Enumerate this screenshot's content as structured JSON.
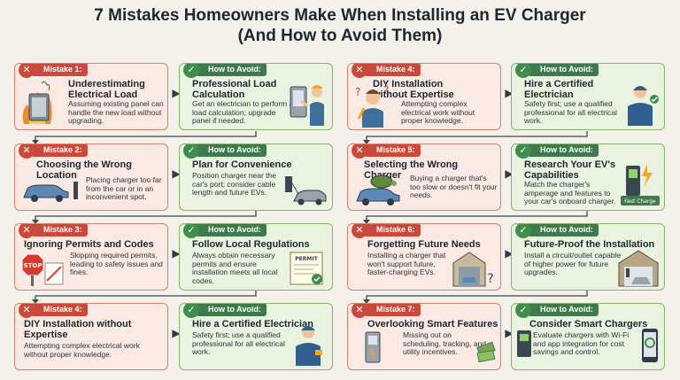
{
  "title_line1": "7 Mistakes Homeowners Make When Installing an EV Charger",
  "title_line2": "(And How to Avoid Them)",
  "badges": {
    "mistake": "✕",
    "avoid": "✓"
  },
  "avoid_tag": "How to Avoid:",
  "rows": [
    {
      "left_mistake": {
        "tag": "Mistake 1:",
        "heading": "Underestimating Electrical Load",
        "body": "Assuming existing panel can handle the new load without upgrading.",
        "icon": "electrical-panel-fire-icon"
      },
      "left_avoid": {
        "heading": "Professional Load Calculation",
        "body": "Get an electrician to perform a load calculation; upgrade panel if needed.",
        "icon": "electrician-panel-icon"
      },
      "right_mistake": {
        "tag": "Mistake 4:",
        "heading": "DIY Installation without Expertise",
        "body": "Attempting complex electrical work without proper knowledge.",
        "icon": "confused-person-icon"
      },
      "right_avoid": {
        "heading": "Hire a Certified Electrician",
        "body": "Safety first; use a qualified professional for all electrical work.",
        "icon": "electrician-icon"
      }
    },
    {
      "left_mistake": {
        "tag": "Mistake 2:",
        "heading": "Choosing the Wrong Location",
        "body": "Placing charger too far from the car or in an inconvenient spot.",
        "icon": "car-far-charger-icon"
      },
      "left_avoid": {
        "heading": "Plan for Convenience",
        "body": "Position charger near the car's port; consider cable length and future EVs.",
        "icon": "car-charger-icon"
      },
      "right_mistake": {
        "tag": "Mistake 5:",
        "heading": "Selecting the Wrong Charger",
        "body": "Buying a charger that's too slow or doesn't fit your needs.",
        "icon": "turtle-car-icon"
      },
      "right_avoid": {
        "heading": "Research Your EV's Capabilities",
        "body": "Match the charger's amperage and features to your car's onboard charger.",
        "icon": "fast-charger-icon",
        "charger_label": "Fast Charge"
      }
    },
    {
      "left_mistake": {
        "tag": "Mistake 3:",
        "heading": "Ignoring Permits and Codes",
        "body": "Skipping required permits, leading to safety issues and fines.",
        "icon": "stop-sign-icon",
        "stop_label": "STOP"
      },
      "left_avoid": {
        "heading": "Follow Local Regulations",
        "body": "Always obtain necessary permits and ensure installation meets all local codes.",
        "icon": "permit-document-icon",
        "permit_label": "PERMIT"
      },
      "right_mistake": {
        "tag": "Mistake 6:",
        "heading": "Forgetting Future Needs",
        "body": "Installing a charger that won't support future, faster-charging EVs.",
        "icon": "garage-question-icon"
      },
      "right_avoid": {
        "heading": "Future-Proof the Installation",
        "body": "Install a circuit/outlet capable of higher power for future upgrades.",
        "icon": "garage-charger-icon"
      }
    },
    {
      "left_mistake": {
        "tag": "Mistake 4:",
        "heading": "DIY Installation without Expertise",
        "body": "Attempting complex electrical work without proper knowledge.",
        "icon": "cables-icon"
      },
      "left_avoid": {
        "heading": "Hire a Certified Electrician",
        "body": "Safety first; use a qualified professional for all electrical work.",
        "icon": "electrician-icon"
      },
      "right_mistake": {
        "tag": "Mistake 7:",
        "heading": "Overlooking Smart Features",
        "body": "Missing out on scheduling, tracking, and utility incentives.",
        "icon": "charger-money-icon"
      },
      "right_avoid": {
        "heading": "Consider Smart Chargers",
        "body": "Evaluate chargers with Wi-Fi and app integration for cost savings and control.",
        "icon": "smart-charger-phone-icon"
      }
    }
  ],
  "colors": {
    "mistake": "#c94a3a",
    "avoid": "#3f8d4f",
    "background": "#f4f1ea"
  }
}
